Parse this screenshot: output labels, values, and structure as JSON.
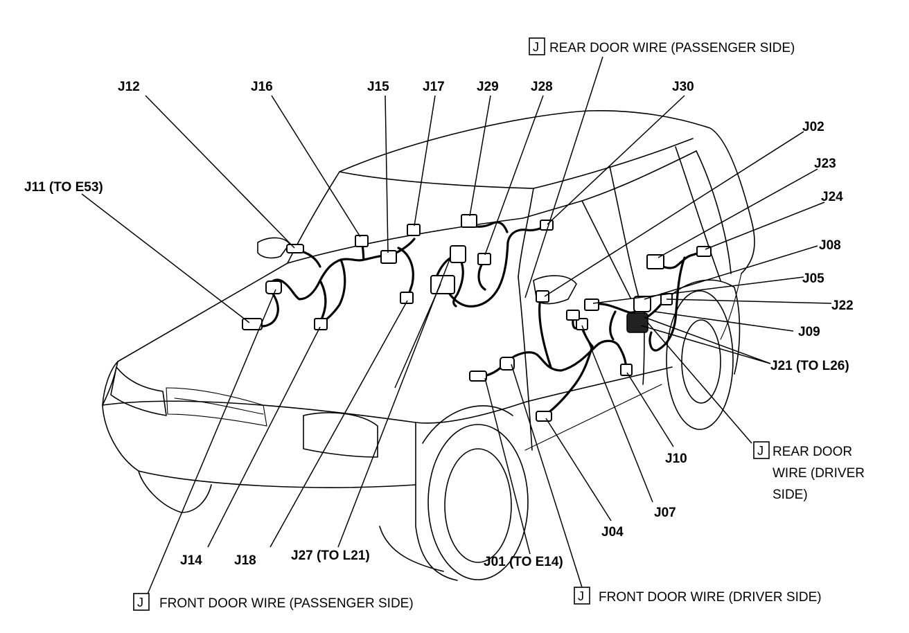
{
  "labels": {
    "j12": "J12",
    "j16": "J16",
    "j15": "J15",
    "j17": "J17",
    "j29": "J29",
    "j28": "J28",
    "j30": "J30",
    "j02": "J02",
    "j23": "J23",
    "j24": "J24",
    "j11": "J11 (TO E53)",
    "j08": "J08",
    "j05": "J05",
    "j22": "J22",
    "j09": "J09",
    "j21": "J21 (TO L26)",
    "j10": "J10",
    "j07": "J07",
    "j04": "J04",
    "j01": "J01 (TO E14)",
    "j27": "J27 (TO L21)",
    "j18": "J18",
    "j14": "J14"
  },
  "harness": {
    "j_symbol": "J",
    "rear_door_passenger": "REAR DOOR WIRE (PASSENGER SIDE)",
    "rear_door_driver_line1": "REAR DOOR",
    "rear_door_driver_line2": "WIRE (DRIVER",
    "rear_door_driver_line3": "SIDE)",
    "front_door_passenger": "FRONT DOOR WIRE (PASSENGER SIDE)",
    "front_door_driver": "FRONT DOOR WIRE (DRIVER SIDE)"
  }
}
